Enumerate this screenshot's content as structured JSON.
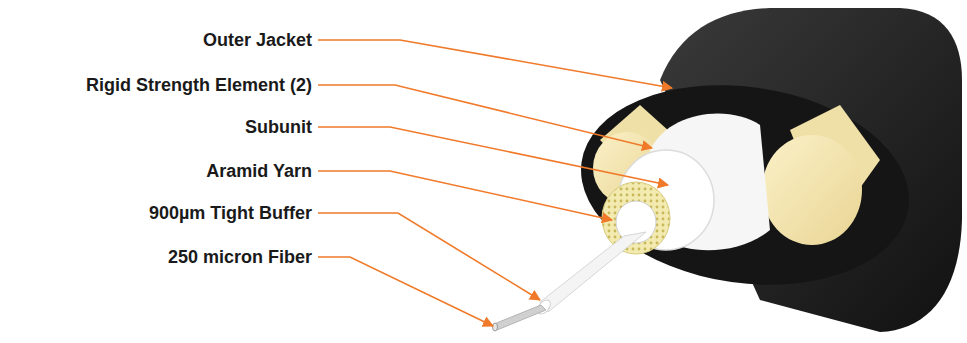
{
  "diagram": {
    "labels": [
      "Outer Jacket",
      "Rigid Strength Element (2)",
      "Subunit",
      "Aramid Yarn",
      "900µm Tight Buffer",
      "250 micron Fiber"
    ]
  }
}
